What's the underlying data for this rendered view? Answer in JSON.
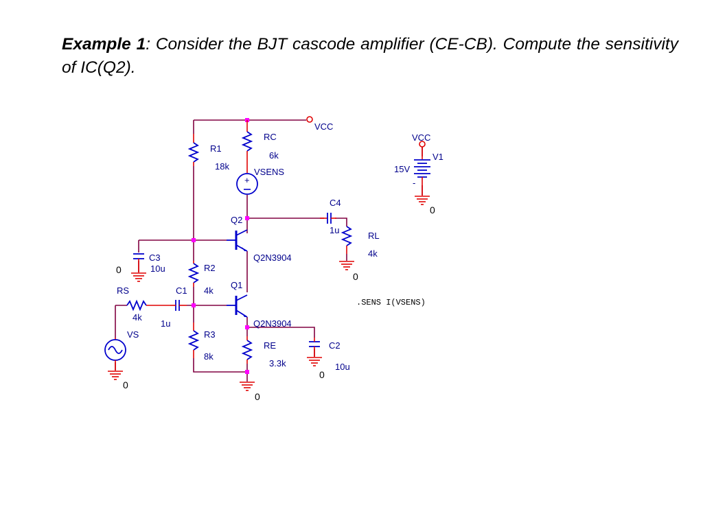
{
  "title": {
    "bold": "Example 1",
    "rest": ": Consider the BJT cascode amplifier (CE-CB). Compute the sensitivity of IC(Q2)."
  },
  "labels": {
    "vcc_top": "VCC",
    "rc": "RC",
    "rc_val": "6k",
    "r1": "R1",
    "r1_val": "18k",
    "vsens": "VSENS",
    "q2": "Q2",
    "q2_model": "Q2N3904",
    "c4": "C4",
    "c4_val": "1u",
    "rl": "RL",
    "rl_val": "4k",
    "c3": "C3",
    "c3_val": "10u",
    "r2": "R2",
    "r2_val": "4k",
    "q1": "Q1",
    "q1_model": "Q2N3904",
    "rs": "RS",
    "rs_val": "4k",
    "c1": "C1",
    "c1_val": "1u",
    "vs": "VS",
    "r3": "R3",
    "r3_val": "8k",
    "re": "RE",
    "re_val": "3.3k",
    "c2": "C2",
    "c2_val": "10u",
    "vcc_src": "VCC",
    "v1": "V1",
    "v1_val": "15V",
    "sens_directive": ".SENS I(VSENS)",
    "gnd": "0",
    "plus": "+",
    "minus": "-"
  },
  "colors": {
    "wire": "#800040",
    "lead": "#e00000",
    "component": "#0000cc",
    "node": "#ff00ff",
    "label": "#00008b"
  }
}
